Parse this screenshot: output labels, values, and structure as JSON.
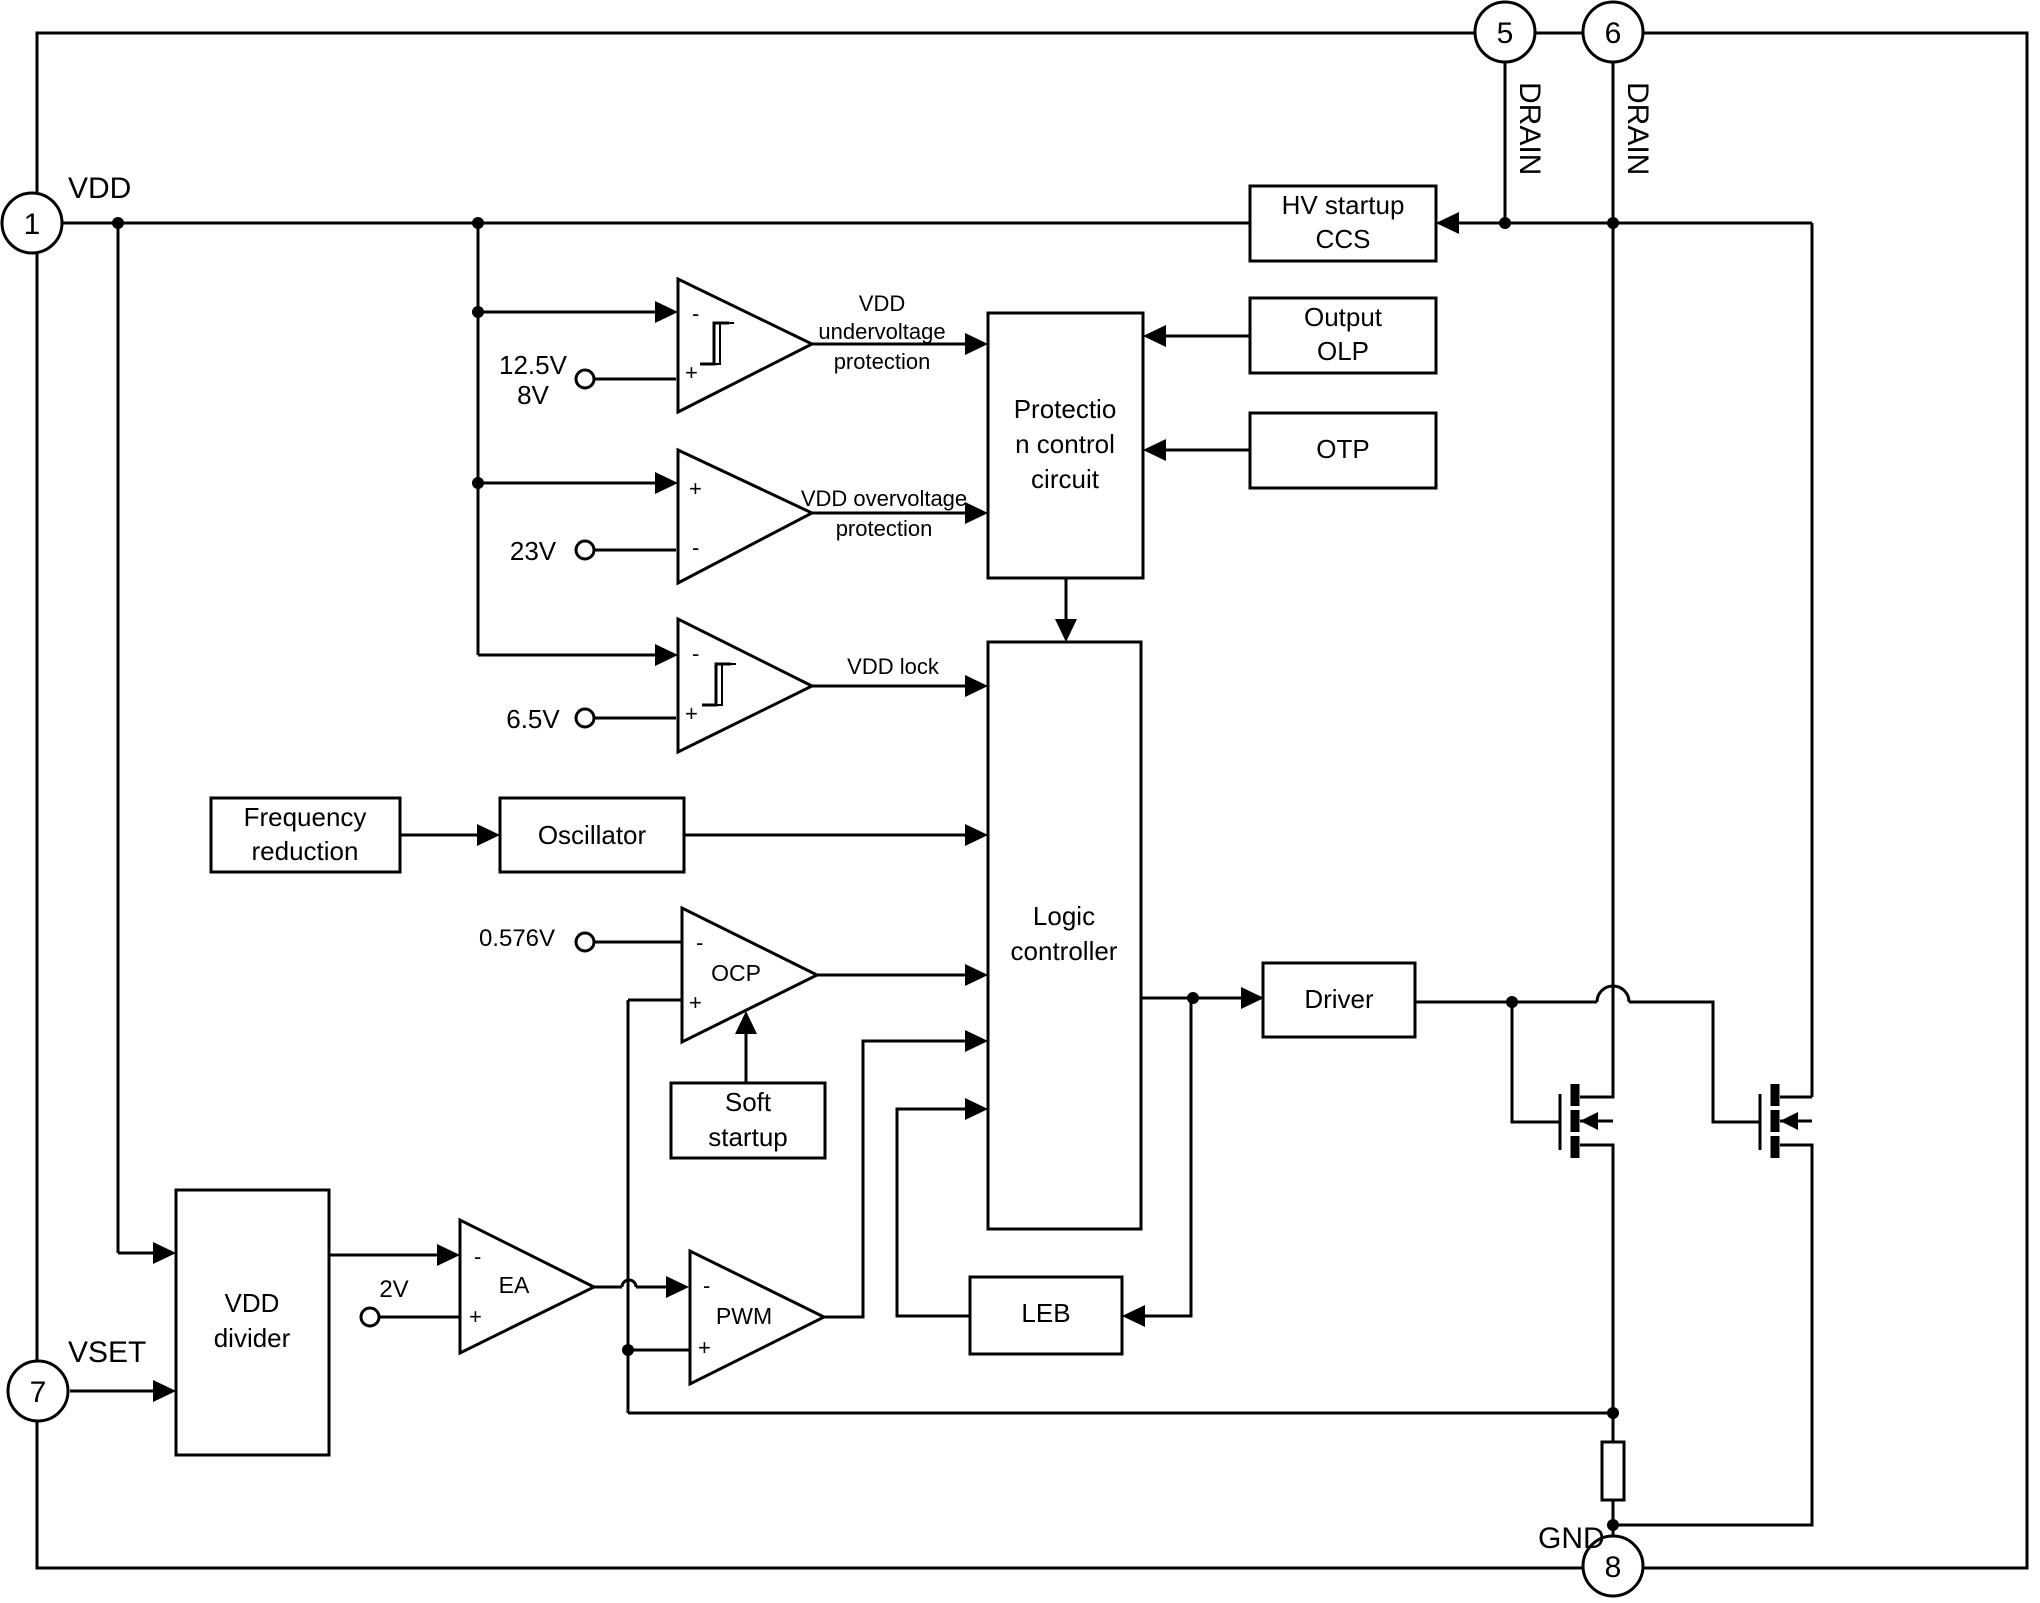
{
  "pins": {
    "p1": {
      "num": "1",
      "name": "VDD"
    },
    "p5": {
      "num": "5",
      "name": "DRAIN"
    },
    "p6": {
      "num": "6",
      "name": "DRAIN"
    },
    "p7": {
      "num": "7",
      "name": "VSET"
    },
    "p8": {
      "num": "8",
      "name": "GND"
    }
  },
  "blocks": {
    "hv_startup": {
      "line1": "HV startup",
      "line2": "CCS"
    },
    "output_olp": {
      "line1": "Output",
      "line2": "OLP"
    },
    "otp": {
      "label": "OTP"
    },
    "protection": {
      "line1": "Protectio",
      "line2": "n control",
      "line3": "circuit"
    },
    "logic": {
      "line1": "Logic",
      "line2": "controller"
    },
    "freq_reduction": {
      "line1": "Frequency",
      "line2": "reduction"
    },
    "oscillator": {
      "label": "Oscillator"
    },
    "soft_startup": {
      "line1": "Soft",
      "line2": "startup"
    },
    "driver": {
      "label": "Driver"
    },
    "leb": {
      "label": "LEB"
    },
    "vdd_divider": {
      "line1": "VDD",
      "line2": "divider"
    }
  },
  "comparators": {
    "uvp": {
      "minus": "-",
      "plus": "+",
      "ref_line1": "12.5V",
      "ref_line2": "8V",
      "out_line1": "VDD",
      "out_line2": "undervoltage",
      "out_line3": "protection"
    },
    "ovp": {
      "minus": "-",
      "plus": "+",
      "ref": "23V",
      "out_line1": "VDD overvoltage",
      "out_line2": "protection"
    },
    "lock": {
      "minus": "-",
      "plus": "+",
      "ref": "6.5V",
      "out": "VDD lock"
    },
    "ocp": {
      "minus": "-",
      "plus": "+",
      "ref": "0.576V",
      "label": "OCP"
    },
    "ea": {
      "minus": "-",
      "plus": "+",
      "ref": "2V",
      "label": "EA"
    },
    "pwm": {
      "minus": "-",
      "plus": "+",
      "label": "PWM"
    }
  }
}
